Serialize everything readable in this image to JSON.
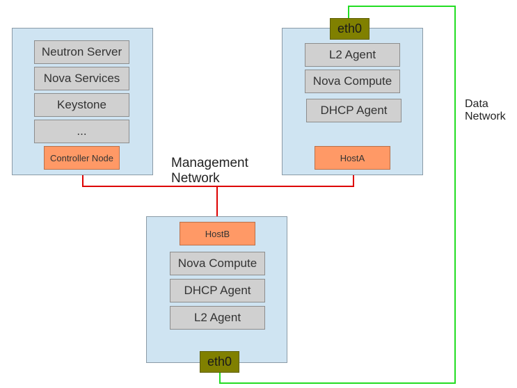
{
  "controller": {
    "services": [
      "Neutron Server",
      "Nova Services",
      "Keystone",
      "..."
    ],
    "tag": "Controller Node"
  },
  "hostA": {
    "iface": "eth0",
    "services": [
      "L2 Agent",
      "Nova Compute",
      "DHCP Agent"
    ],
    "tag": "HostA"
  },
  "hostB": {
    "tag": "HostB",
    "services": [
      "Nova Compute",
      "DHCP Agent",
      "L2 Agent"
    ],
    "iface": "eth0"
  },
  "networks": {
    "management": [
      "Management",
      "Network"
    ],
    "data": [
      "Data",
      "Network"
    ]
  },
  "colors": {
    "node_bg": "#cfe4f2",
    "service_bg": "#d0d0d0",
    "tag_bg": "#ff9966",
    "iface_bg": "#808000",
    "management_link": "#dd0000",
    "data_link": "#22dd22"
  }
}
